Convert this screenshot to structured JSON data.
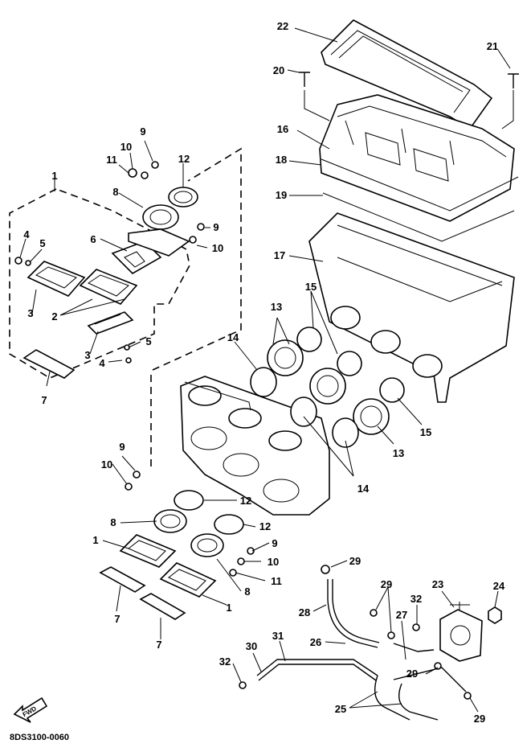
{
  "diagram_code": "8DS3100-0060",
  "direction_label": "FWD",
  "callouts": [
    "1",
    "2",
    "3",
    "4",
    "5",
    "6",
    "7",
    "8",
    "9",
    "10",
    "11",
    "12",
    "13",
    "14",
    "15",
    "16",
    "17",
    "18",
    "19",
    "20",
    "21",
    "22",
    "23",
    "24",
    "25",
    "26",
    "27",
    "28",
    "29",
    "30",
    "31",
    "32"
  ]
}
